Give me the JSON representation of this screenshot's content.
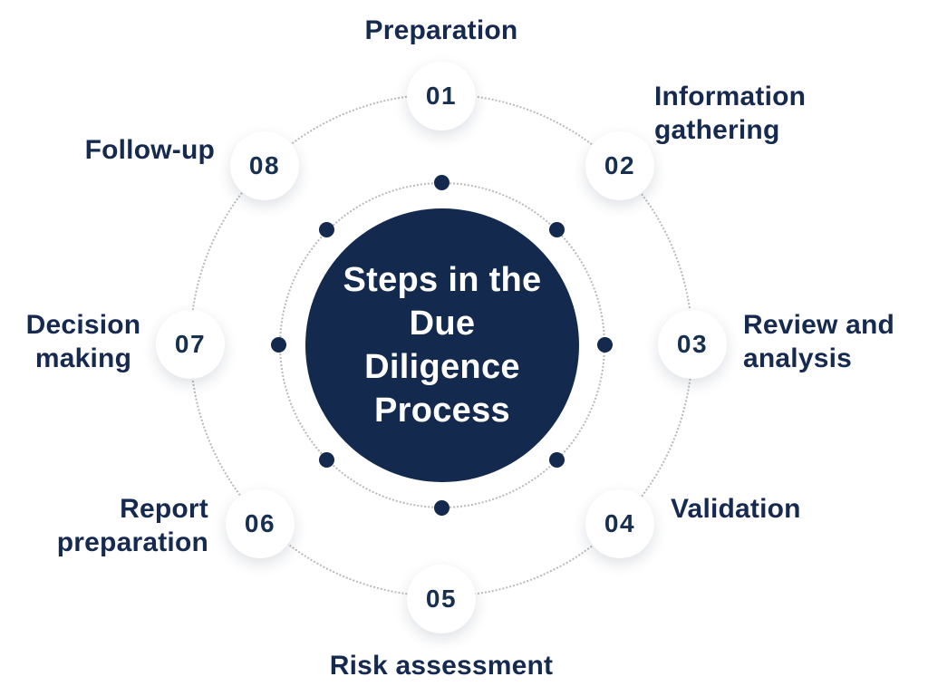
{
  "title": "Steps in the\nDue\nDiligence\nProcess",
  "colors": {
    "navy_circle": "#13294D",
    "label_text": "#16294F",
    "number_text": "#17304F",
    "dotted_ring": "#B9B9B9",
    "badge_background": "#FFFFFF",
    "page_background": "#FFFFFF"
  },
  "steps": [
    {
      "number": "01",
      "label": "Preparation"
    },
    {
      "number": "02",
      "label": "Information\ngathering"
    },
    {
      "number": "03",
      "label": "Review and\nanalysis"
    },
    {
      "number": "04",
      "label": "Validation"
    },
    {
      "number": "05",
      "label": "Risk assessment"
    },
    {
      "number": "06",
      "label": "Report\npreparation"
    },
    {
      "number": "07",
      "label": "Decision\nmaking"
    },
    {
      "number": "08",
      "label": "Follow-up"
    }
  ]
}
